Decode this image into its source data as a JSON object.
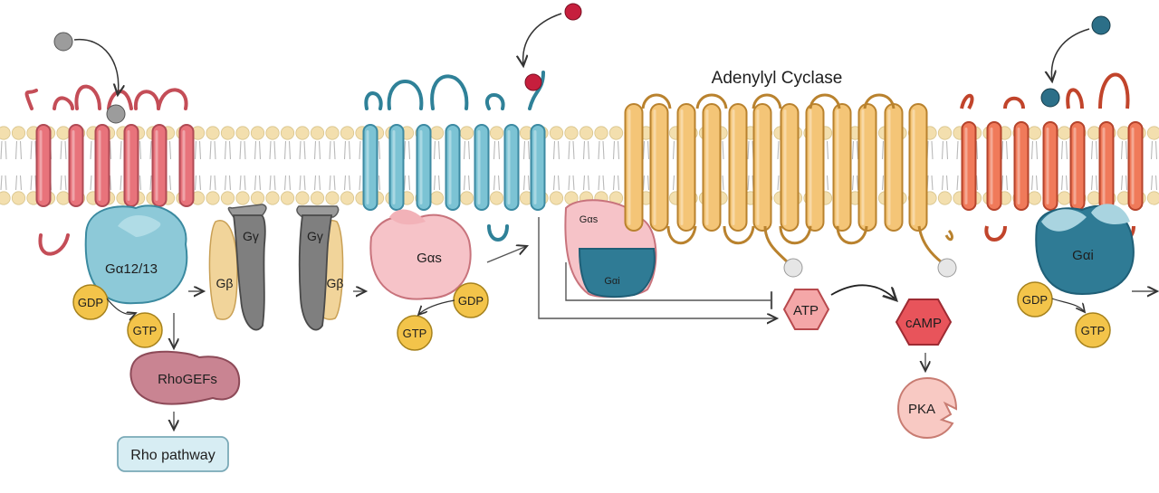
{
  "title": "Adenylyl Cyclase",
  "labels": {
    "ga1213": "Gα12/13",
    "gdp": "GDP",
    "gtp": "GTP",
    "gamma": "Gγ",
    "beta": "Gβ",
    "gas": "Gαs",
    "gai": "Gαi",
    "atp": "ATP",
    "camp": "cAMP",
    "pka": "PKA",
    "rhogefs": "RhoGEFs",
    "rho_pathway": "Rho pathway"
  },
  "colors": {
    "receptor_red": "#e8737b",
    "receptor_blue": "#7cc3d4",
    "receptor_orange": "#f07a5a",
    "cyclase_gold": "#f4c577",
    "lipid_head": "#f3dfae",
    "ga_blue": "#8dc9d8",
    "gas_pink": "#f6c3c8",
    "gai_blue": "#2f7b95",
    "gbeta": "#f1d49a",
    "ggamma": "#7f7f7f",
    "nucleotide_gold": "#f3c44a",
    "hexagon_red": "#e8545b",
    "hexagon_pink": "#f4a7a8",
    "ligand_grey": "#9c9c9c",
    "ligand_crimson": "#c61f3d",
    "ligand_teal": "#2c6f88"
  }
}
